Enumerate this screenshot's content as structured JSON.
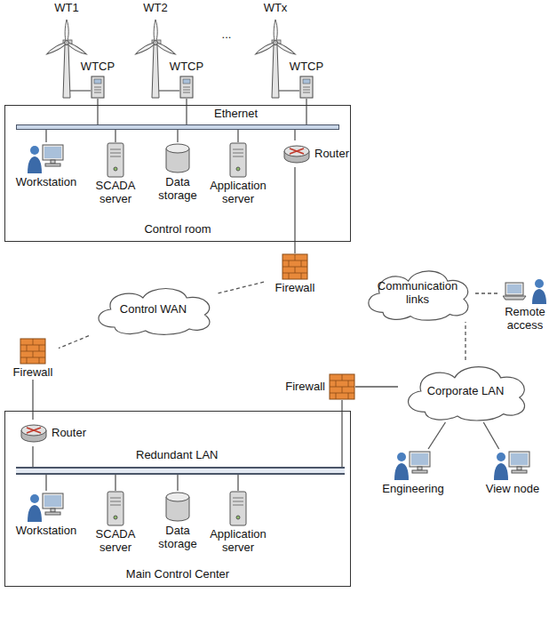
{
  "diagram": {
    "nodes": [
      {
        "text": [
          "WTCP"
        ]
      },
      {
        "text": [
          "WTCP"
        ]
      },
      {
        "text": [
          "WTCP"
        ]
      },
      {
        "text": [
          "Control room"
        ]
      },
      {
        "text": [
          "Ethernet"
        ],
        "in": 3
      },
      {
        "text": [
          "Workstation"
        ],
        "in": 3
      },
      {
        "text": [
          "SCADA server"
        ],
        "in": 3
      },
      {
        "text": [
          "Data storage"
        ],
        "in": 3
      },
      {
        "text": [
          "Application server"
        ],
        "in": 3
      },
      {
        "text": [
          "Router"
        ],
        "in": 3
      },
      {
        "text": [
          "Firewall"
        ]
      },
      {
        "text": [
          "Communication links"
        ]
      },
      {
        "text": [
          "Remote access"
        ]
      },
      {
        "text": [
          "Control WAN"
        ]
      },
      {
        "text": [
          "Corporate LAN"
        ]
      },
      {
        "text": [
          "Firewall"
        ]
      },
      {
        "text": [
          "Firewall"
        ]
      },
      {
        "text": [
          "Main Control Center"
        ]
      },
      {
        "text": [
          "Redundant LAN"
        ],
        "in": 17
      },
      {
        "text": [
          "Router"
        ],
        "in": 17
      },
      {
        "text": [
          "Workstation"
        ],
        "in": 17
      },
      {
        "text": [
          "SCADA server"
        ],
        "in": 17
      },
      {
        "text": [
          "Data storage"
        ],
        "in": 17
      },
      {
        "text": [
          "Application server"
        ],
        "in": 17
      },
      {
        "text": [
          "Engineering"
        ]
      },
      {
        "text": [
          "View node"
        ]
      }
    ],
    "edges": [
      {
        "from": 0,
        "to": 4,
        "arrow": "none"
      },
      {
        "from": 1,
        "to": 4,
        "arrow": "none"
      },
      {
        "from": 2,
        "to": 4,
        "arrow": "none"
      },
      {
        "from": 5,
        "to": 4,
        "arrow": "none"
      },
      {
        "from": 6,
        "to": 4,
        "arrow": "none"
      },
      {
        "from": 7,
        "to": 4,
        "arrow": "none"
      },
      {
        "from": 8,
        "to": 4,
        "arrow": "none"
      },
      {
        "from": 9,
        "to": 4,
        "arrow": "none"
      },
      {
        "from": 9,
        "to": 10,
        "arrow": "none"
      },
      {
        "from": 10,
        "to": 13,
        "arrow": "none"
      },
      {
        "from": 13,
        "to": 15,
        "arrow": "none"
      },
      {
        "from": 15,
        "to": 19,
        "arrow": "none"
      },
      {
        "from": 19,
        "to": 18,
        "arrow": "none"
      },
      {
        "from": 20,
        "to": 18,
        "arrow": "none"
      },
      {
        "from": 21,
        "to": 18,
        "arrow": "none"
      },
      {
        "from": 22,
        "to": 18,
        "arrow": "none"
      },
      {
        "from": 23,
        "to": 18,
        "arrow": "none"
      },
      {
        "from": 16,
        "to": 18,
        "arrow": "none"
      },
      {
        "from": 16,
        "to": 14,
        "arrow": "none"
      },
      {
        "from": 14,
        "to": 11,
        "arrow": "none"
      },
      {
        "from": 11,
        "to": 12,
        "arrow": "none"
      },
      {
        "from": 14,
        "to": 24,
        "arrow": "none"
      },
      {
        "from": 14,
        "to": 25,
        "arrow": "none"
      }
    ],
    "labels": [
      "WT1",
      "WT2",
      "...",
      "WTx"
    ]
  }
}
